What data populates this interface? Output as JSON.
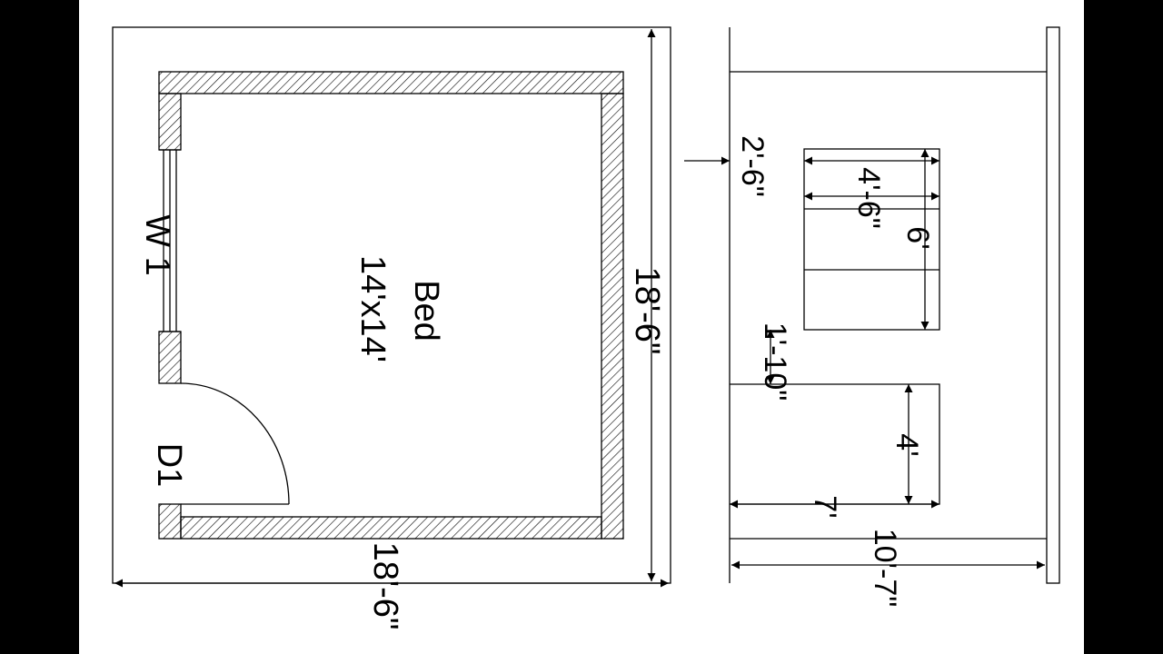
{
  "colors": {
    "background": "#000000",
    "sheet": "#ffffff",
    "ink": "#000000"
  },
  "plan": {
    "room_name": "Bed",
    "room_size": "14'x14'",
    "window_tag": "W 1",
    "door_tag": "D1",
    "dim_height": "18'-6\"",
    "dim_width": "18'-6\""
  },
  "elevation": {
    "dim_offset": "2'-6\"",
    "dim_window_width": "4'-6\"",
    "dim_window_height": "6'",
    "dim_gap": "1'-10\"",
    "dim_door_height": "4'",
    "dim_door_width": "7'",
    "dim_total": "10'-7\""
  }
}
